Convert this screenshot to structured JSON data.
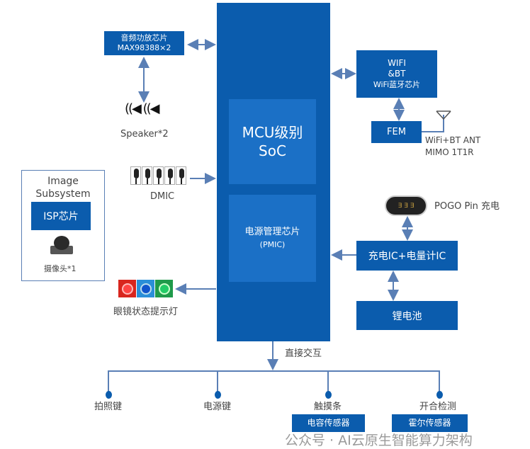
{
  "colors": {
    "block": "#0b5cad",
    "inner": "#1b70c6",
    "line": "#5a7fb5",
    "text": "#444444"
  },
  "soc": {
    "title_line1": "MCU级别",
    "title_line2": "SoC",
    "pmic_line1": "电源管理芯片",
    "pmic_line2": "(PMIC)"
  },
  "audio_amp": {
    "line1": "音频功放芯片",
    "line2": "MAX98388×2"
  },
  "speaker": {
    "label": "Speaker*2",
    "icon": "speaker-icon"
  },
  "dmic": {
    "label": "DMIC",
    "icon": "microphone-icon"
  },
  "image_subsystem": {
    "title_line1": "Image",
    "title_line2": "Subsystem",
    "isp": "ISP芯片",
    "camera_label": "摄像头*1",
    "icon": "camera-icon"
  },
  "leds": {
    "label": "眼镜状态提示灯",
    "colors": [
      "#d8261e",
      "#2a8fd8",
      "#1f9a4a"
    ]
  },
  "wifi": {
    "line1": "WIFI",
    "line2": "&BT",
    "line3": "WiFi蓝牙芯片"
  },
  "fem": {
    "label": "FEM"
  },
  "antenna": {
    "line1": "WiFi+BT ANT",
    "line2": "MIMO 1T1R",
    "icon": "antenna-icon"
  },
  "pogo": {
    "label": "POGO Pin 充电",
    "connector_text": "∃ ∃ ∃"
  },
  "charger": {
    "label": "充电IC+电量计IC"
  },
  "battery": {
    "label": "锂电池"
  },
  "direct": {
    "label": "直接交互"
  },
  "inputs": [
    {
      "label": "拍照键"
    },
    {
      "label": "电源键"
    },
    {
      "label": "触摸条",
      "sensor": "电容传感器"
    },
    {
      "label": "开合检测",
      "sensor": "霍尔传感器"
    }
  ],
  "watermark": "公众号 · AI云原生智能算力架构"
}
